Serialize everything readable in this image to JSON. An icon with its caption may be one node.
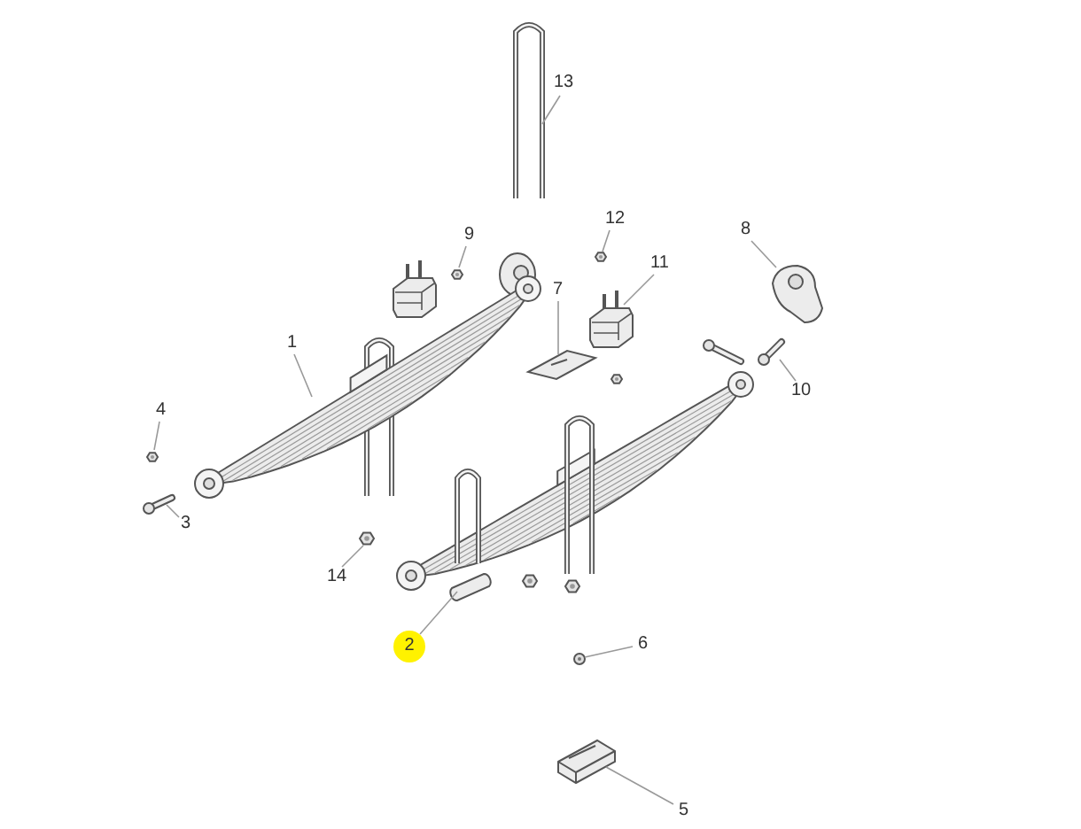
{
  "diagram": {
    "nodes": [
      {
        "text": [
          "13"
        ]
      },
      {
        "text": [
          "9"
        ]
      },
      {
        "text": [
          "12"
        ]
      },
      {
        "text": [
          "8"
        ]
      },
      {
        "text": [
          "7"
        ]
      },
      {
        "text": [
          "11"
        ]
      },
      {
        "text": [
          "1"
        ]
      },
      {
        "text": [
          "10"
        ]
      },
      {
        "text": [
          "4"
        ]
      },
      {
        "text": [
          "3"
        ]
      },
      {
        "text": [
          "14"
        ]
      },
      {
        "text": [
          "2"
        ]
      },
      {
        "text": [
          "6"
        ]
      },
      {
        "text": [
          "5"
        ]
      },
      {
        "text": [],
        "shape": "picture"
      },
      {
        "text": [],
        "shape": "picture"
      },
      {
        "text": [],
        "shape": "picture"
      },
      {
        "text": [],
        "shape": "picture"
      },
      {
        "text": [],
        "shape": "picture"
      },
      {
        "text": [],
        "shape": "picture"
      },
      {
        "text": [],
        "shape": "picture"
      },
      {
        "text": [],
        "shape": "picture"
      },
      {
        "text": [],
        "shape": "picture"
      },
      {
        "text": [],
        "shape": "picture"
      },
      {
        "text": [],
        "shape": "picture"
      },
      {
        "text": [],
        "shape": "picture"
      },
      {
        "text": [],
        "shape": "picture"
      },
      {
        "text": [],
        "shape": "picture"
      }
    ],
    "edges": [
      {
        "from": 0,
        "to": 14,
        "arrow": "none"
      },
      {
        "from": 1,
        "to": 15,
        "arrow": "none"
      },
      {
        "from": 2,
        "to": 16,
        "arrow": "none"
      },
      {
        "from": 3,
        "to": 17,
        "arrow": "none"
      },
      {
        "from": 4,
        "to": 18,
        "arrow": "none"
      },
      {
        "from": 5,
        "to": 19,
        "arrow": "none"
      },
      {
        "from": 6,
        "to": 20,
        "arrow": "none"
      },
      {
        "from": 7,
        "to": 21,
        "arrow": "none"
      },
      {
        "from": 8,
        "to": 22,
        "arrow": "none"
      },
      {
        "from": 9,
        "to": 23,
        "arrow": "none"
      },
      {
        "from": 10,
        "to": 24,
        "arrow": "none"
      },
      {
        "from": 11,
        "to": 25,
        "arrow": "none"
      },
      {
        "from": 12,
        "to": 26,
        "arrow": "none"
      },
      {
        "from": 13,
        "to": 27,
        "arrow": "none"
      }
    ]
  }
}
